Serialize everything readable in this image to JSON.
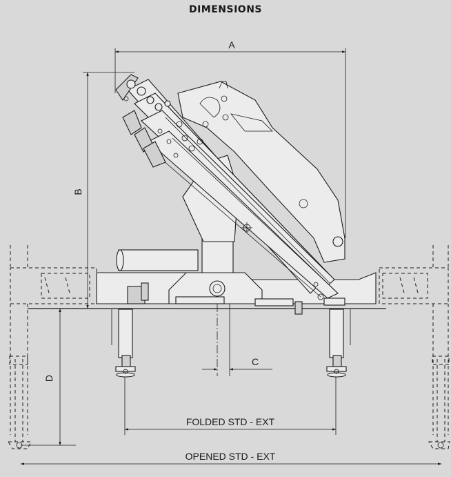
{
  "title": "DIMENSIONS",
  "labels": {
    "a": "A",
    "b": "B",
    "c": "C",
    "d": "D",
    "folded": "FOLDED  STD - EXT",
    "opened": "OPENED  STD - EXT"
  }
}
